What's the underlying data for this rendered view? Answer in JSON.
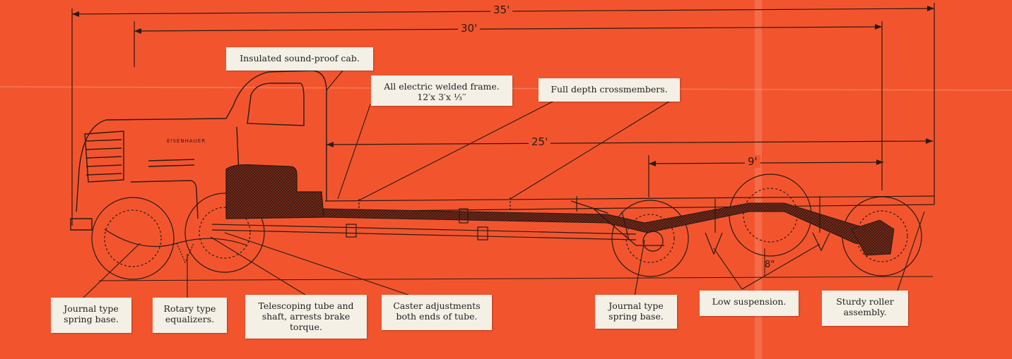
{
  "dimensions": {
    "overall": "35'",
    "cab_to_end": "30'",
    "frame": "25'",
    "rear": "9'",
    "ground_clearance": "8\""
  },
  "cab_badge": "EISENHAUER",
  "labels": {
    "cab": "Insulated sound-proof cab.",
    "frame": "All electric welded frame.\n12′x 3′x ⅓′′",
    "crossmembers": "Full depth crossmembers.",
    "journal_front": "Journal type\nspring base.",
    "rotary": "Rotary type\nequalizers.",
    "telescoping": "Telescoping tube and\nshaft, arrests brake\ntorque.",
    "caster": "Caster adjustments\nboth ends of tube.",
    "journal_rear": "Journal type\nspring base.",
    "low_suspension": "Low suspension.",
    "roller": "Sturdy roller\nassembly."
  },
  "colors": {
    "background": "#f2552e",
    "ink": "#2a1a12",
    "label_bg": "#f4f0e6"
  }
}
